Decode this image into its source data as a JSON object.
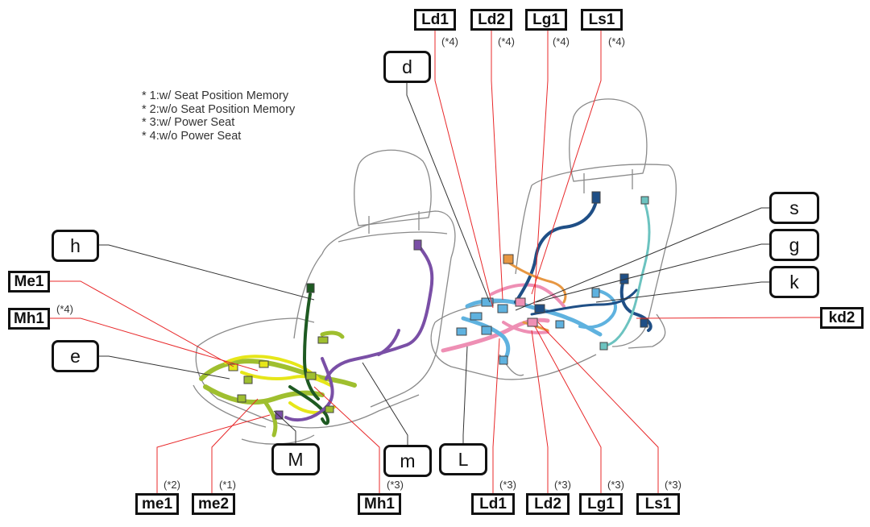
{
  "footnotes": [
    "* 1:w/ Seat Position Memory",
    "* 2:w/o Seat Position Memory",
    "* 3:w/ Power Seat",
    "* 4:w/o Power Seat"
  ],
  "labels": {
    "ld1_top": {
      "text": "Ld1",
      "note": "(*4)"
    },
    "ld2_top": {
      "text": "Ld2",
      "note": "(*4)"
    },
    "lg1_top": {
      "text": "Lg1",
      "note": "(*4)"
    },
    "ls1_top": {
      "text": "Ls1",
      "note": "(*4)"
    },
    "d": {
      "text": "d"
    },
    "h": {
      "text": "h"
    },
    "me1": {
      "text": "Me1"
    },
    "mh1_left": {
      "text": "Mh1",
      "note": "(*4)"
    },
    "e": {
      "text": "e"
    },
    "s": {
      "text": "s"
    },
    "g": {
      "text": "g"
    },
    "k": {
      "text": "k"
    },
    "kd2": {
      "text": "kd2"
    },
    "M": {
      "text": "M"
    },
    "m": {
      "text": "m"
    },
    "L": {
      "text": "L"
    },
    "me1_bottom": {
      "text": "me1",
      "note": "(*2)"
    },
    "me2_bottom": {
      "text": "me2",
      "note": "(*1)"
    },
    "mh1_bottom": {
      "text": "Mh1",
      "note": "(*3)"
    },
    "ld1_bottom": {
      "text": "Ld1",
      "note": "(*3)"
    },
    "ld2_bottom": {
      "text": "Ld2",
      "note": "(*3)"
    },
    "lg1_bottom": {
      "text": "Lg1",
      "note": "(*3)"
    },
    "ls1_bottom": {
      "text": "Ls1",
      "note": "(*3)"
    }
  },
  "colors": {
    "leader_connector": "#e8282a",
    "leader_component": "#333333",
    "harness_yellow": "#e6e619",
    "harness_green": "#9fbf2f",
    "harness_darkgreen": "#1e5a22",
    "harness_purple": "#7a4fa6",
    "harness_pink": "#ee8fb4",
    "harness_blue": "#5fb2df",
    "harness_navy": "#1f4f86",
    "harness_teal": "#6cc3c0",
    "harness_orange": "#e79742",
    "seat_outline": "#888888"
  }
}
